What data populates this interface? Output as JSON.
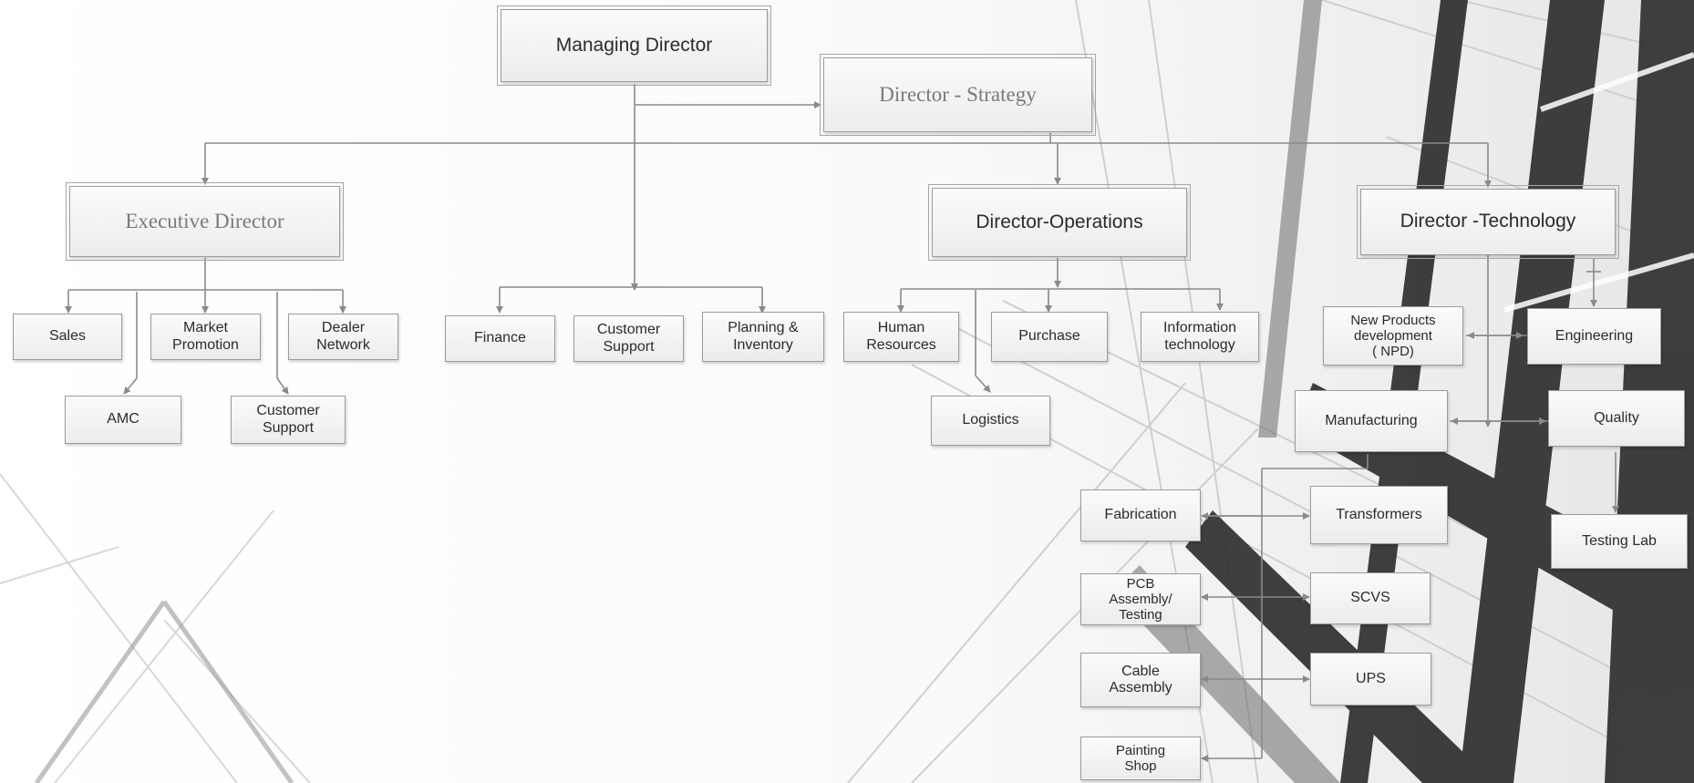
{
  "colors": {
    "box_border": "#9c9c9c",
    "connector": "#8a8a8a",
    "text": "#2b2b2b",
    "serif_text": "#7a7a7a"
  },
  "nodes": {
    "managing_director": "Managing Director",
    "director_strategy": "Director - Strategy",
    "executive_director": "Executive Director",
    "director_operations": "Director-Operations",
    "director_technology": "Director -Technology",
    "sales": "Sales",
    "market_promotion": "Market\nPromotion",
    "dealer_network": "Dealer\nNetwork",
    "amc": "AMC",
    "customer_support_exec": "Customer\nSupport",
    "finance": "Finance",
    "customer_support_md": "Customer\nSupport",
    "planning_inventory": "Planning &\nInventory",
    "human_resources": "Human\nResources",
    "purchase": "Purchase",
    "information_technology": "Information\ntechnology",
    "logistics": "Logistics",
    "npd": "New Products\ndevelopment\n( NPD)",
    "engineering": "Engineering",
    "manufacturing": "Manufacturing",
    "quality": "Quality",
    "testing_lab": "Testing Lab",
    "fabrication": "Fabrication",
    "transformers": "Transformers",
    "pcb_assembly": "PCB\nAssembly/\nTesting",
    "scvs": "SCVS",
    "cable_assembly": "Cable\nAssembly",
    "ups": "UPS",
    "painting_shop": "Painting\nShop"
  }
}
